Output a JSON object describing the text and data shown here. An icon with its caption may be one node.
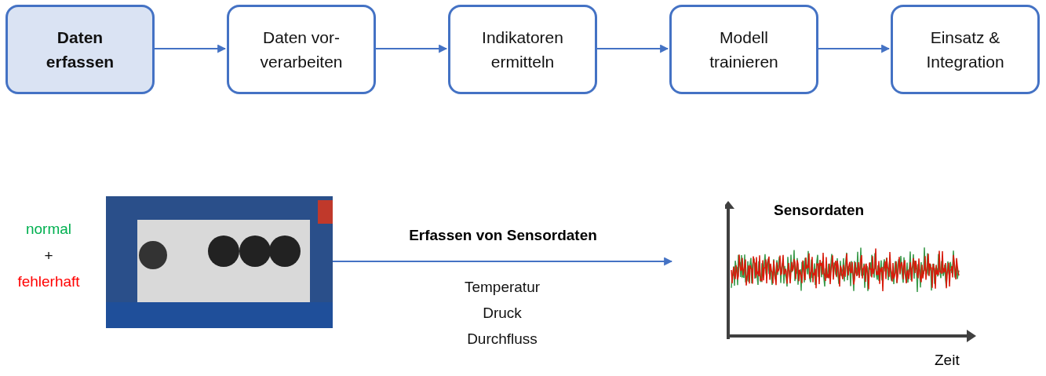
{
  "diagram": {
    "nodes": [
      {
        "text": [
          "Daten erfassen"
        ]
      },
      {
        "text": [
          "Daten vor-verarbeiten"
        ]
      },
      {
        "text": [
          "Indikatoren ermitteln"
        ]
      },
      {
        "text": [
          "Modell trainieren"
        ]
      },
      {
        "text": [
          "Einsatz & Integration"
        ]
      },
      {
        "text": [],
        "shape": "picture"
      },
      {
        "text": [
          "Sensordaten"
        ],
        "beside": [
          "Zeit"
        ]
      }
    ],
    "edges": [
      {
        "from": 0,
        "to": 1,
        "arrow": "to"
      },
      {
        "from": 1,
        "to": 2,
        "arrow": "to"
      },
      {
        "from": 2,
        "to": 3,
        "arrow": "to"
      },
      {
        "from": 3,
        "to": 4,
        "arrow": "to"
      },
      {
        "from": 5,
        "to": 6,
        "arrow": "to",
        "label": "Erfassen von Sensordaten"
      }
    ],
    "labels": [
      "normal",
      "+",
      "fehlerhaft",
      "Temperatur",
      "Druck",
      "Durchfluss"
    ]
  }
}
